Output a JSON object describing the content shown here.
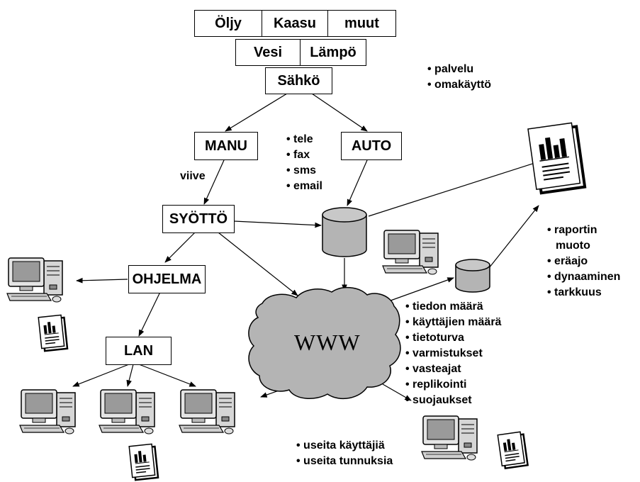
{
  "energy": {
    "oil": "Öljy",
    "gas": "Kaasu",
    "other": "muut",
    "water": "Vesi",
    "heat": "Lämpö",
    "electricity": "Sähkö"
  },
  "service_list": [
    "palvelu",
    "omakäyttö"
  ],
  "manual": "MANU",
  "auto": "AUTO",
  "delay_label": "viive",
  "channels": [
    "tele",
    "fax",
    "sms",
    "email"
  ],
  "input": "SYÖTTÖ",
  "program": "OHJELMA",
  "lan": "LAN",
  "www": "WWW",
  "report_list": [
    "raportin",
    "muoto",
    "eräajo",
    "dynaaminen",
    "tarkkuus"
  ],
  "www_list": [
    "tiedon määrä",
    "käyttäjien määrä",
    "tietoturva",
    "varmistukset",
    "vasteajat",
    "replikointi",
    "suojaukset"
  ],
  "user_list": [
    "useita käyttäjiä",
    "useita tunnuksia"
  ],
  "colors": {
    "cloud": "#b4b4b4",
    "cylinder": "#b4b4b4",
    "line": "#000000",
    "monitor": "#9a9a9a"
  },
  "icons": [
    "database-icon",
    "computer-icon",
    "report-document-icon",
    "cloud-icon"
  ]
}
